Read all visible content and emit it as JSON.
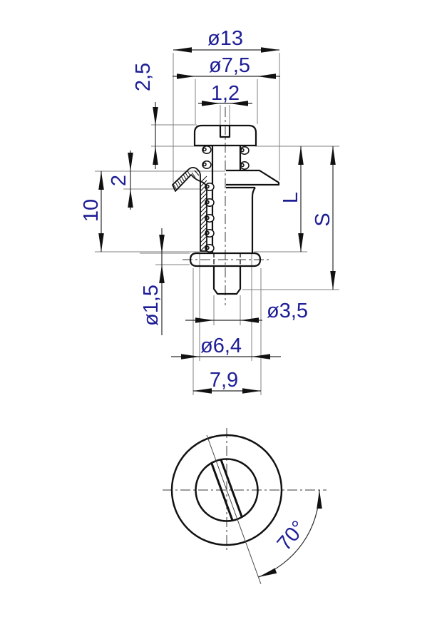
{
  "drawing": {
    "type": "technical-drawing",
    "description": "quarter-turn fastener stud, half-section front view and bottom view",
    "front_view": {
      "head_flange_dia": "ø13",
      "head_dia": "ø7,5",
      "slot_width": "1,2",
      "head_height": "2,5",
      "flange_height": "2",
      "sleeve_length": "10",
      "pin_dia": "ø1,5",
      "stud_dia": "ø3,5",
      "barrel_dia": "ø6,4",
      "pin_length": "7,9",
      "length_l": "L",
      "length_s": "S"
    },
    "bottom_view": {
      "slot_angle": "70°"
    },
    "colors": {
      "line": "#111111",
      "extension_line": "#808080",
      "dimension_line": "#2b2b2b",
      "text": "#1e1e96",
      "background": "#ffffff"
    }
  }
}
